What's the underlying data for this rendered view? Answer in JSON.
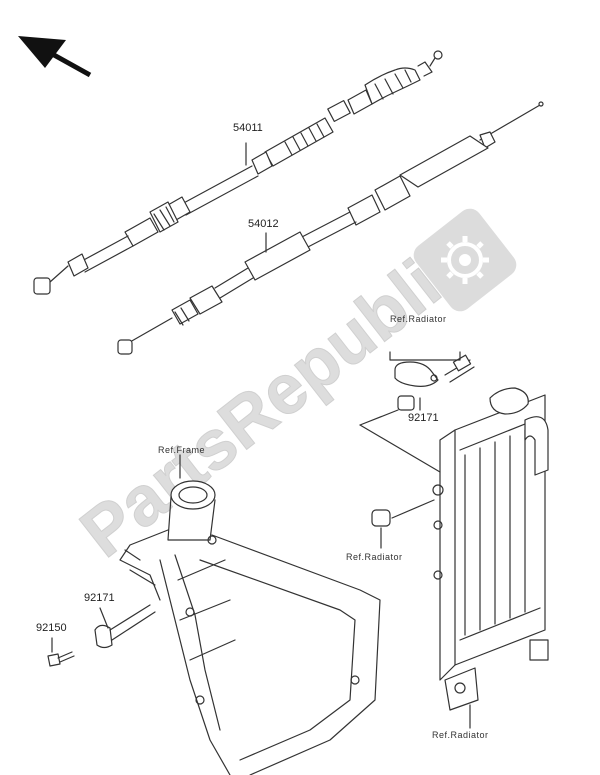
{
  "labels": {
    "part_54011": "54011",
    "part_54012": "54012",
    "part_92171_top": "92171",
    "part_92171_bottom": "92171",
    "part_92150": "92150",
    "ref_radiator_top": "Ref.Radiator",
    "ref_frame": "Ref.Frame",
    "ref_radiator_mid": "Ref.Radiator",
    "ref_radiator_bottom": "Ref.Radiator"
  },
  "watermark": {
    "text": "PartsRepublik",
    "icon": "gear-icon"
  },
  "icons": {
    "orientation_arrow": "arrow-up-left-icon"
  },
  "colors": {
    "line": "#333333",
    "watermark": "#dcdcdc",
    "text": "#222222"
  }
}
